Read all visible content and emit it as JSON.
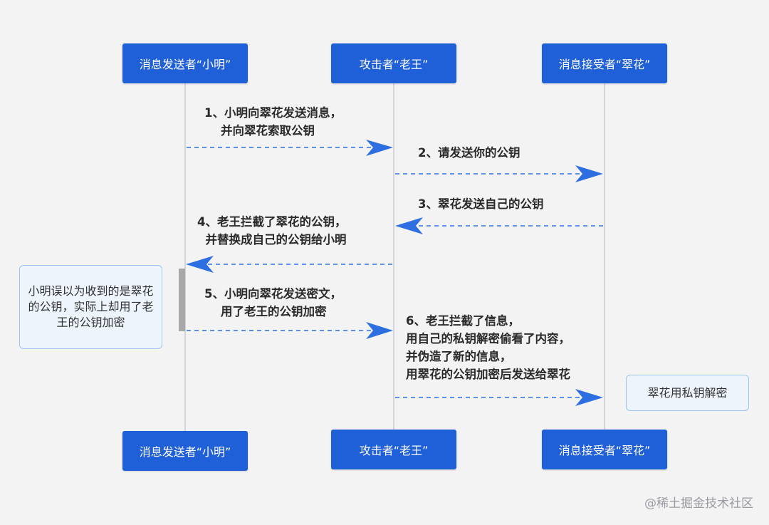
{
  "actors": {
    "sender": "消息发送者“小明”",
    "attacker": "攻击者“老王”",
    "receiver": "消息接受者“翠花”"
  },
  "messages": [
    "1、小明向翠花发送消息，\n    并向翠花索取公钥",
    "2、请发送你的公钥",
    "3、翠花发送自己的公钥",
    "4、老王拦截了翠花的公钥，\n  并替换成自己的公钥给小明",
    "5、小明向翠花发送密文，\n    用了老王的公钥加密",
    "6、老王拦截了信息，\n用自己的私钥解密偷看了内容，\n并伪造了新的信息，\n用翠花的公钥加密后发送给翠花"
  ],
  "notes": {
    "sender_note": "小明误以为收到的是翠花的公钥，实际上却用了老王的公钥加密",
    "receiver_note": "翠花用私钥解密"
  },
  "watermark": "@稀土掘金技术社区",
  "colors": {
    "actor_fill": "#1f5fd7",
    "arrow": "#2d6fe0",
    "lifeline": "#c8ccd2",
    "note_fill": "#edf4fc",
    "note_border": "#9fc3ee"
  }
}
